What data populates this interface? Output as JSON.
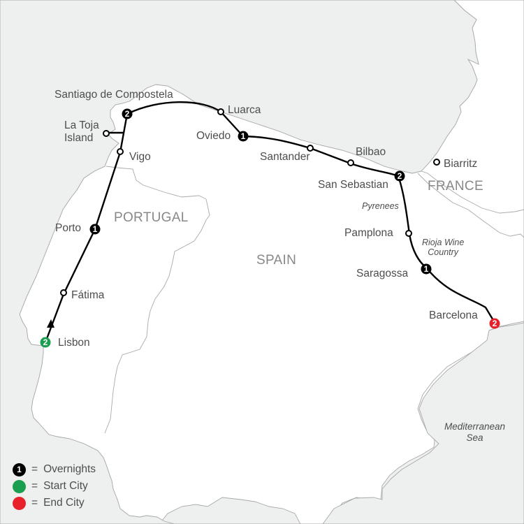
{
  "colors": {
    "sea": "#eeefef",
    "land": "#ffffff",
    "border": "#aaaaaa",
    "route": "#000000",
    "overnight": "#000000",
    "start": "#1a9e4f",
    "end": "#e8202a",
    "label": "#4d4d4d",
    "country_label": "#888888"
  },
  "countries": [
    {
      "name": "PORTUGAL"
    },
    {
      "name": "SPAIN"
    },
    {
      "name": "FRANCE"
    }
  ],
  "water_bodies": [
    {
      "name": "Mediterranean Sea",
      "line1": "Mediterranean",
      "line2": "Sea"
    }
  ],
  "regions": [
    {
      "name": "Pyrenees",
      "line1": "Pyrenees"
    },
    {
      "name": "Rioja Wine Country",
      "line1": "Rioja Wine",
      "line2": "Country"
    }
  ],
  "cities": [
    {
      "name": "Lisbon",
      "type": "start",
      "overnights": "2"
    },
    {
      "name": "Fátima",
      "type": "stop",
      "overnights": ""
    },
    {
      "name": "Porto",
      "type": "overnight",
      "overnights": "1"
    },
    {
      "name": "Vigo",
      "type": "stop",
      "overnights": ""
    },
    {
      "name": "La Toja",
      "line2": "Island",
      "type": "stop",
      "overnights": ""
    },
    {
      "name": "Santiago de Compostela",
      "type": "overnight",
      "overnights": "2"
    },
    {
      "name": "Luarca",
      "type": "stop",
      "overnights": ""
    },
    {
      "name": "Oviedo",
      "type": "overnight",
      "overnights": "1"
    },
    {
      "name": "Santander",
      "type": "stop",
      "overnights": ""
    },
    {
      "name": "Bilbao",
      "type": "stop",
      "overnights": ""
    },
    {
      "name": "San Sebastian",
      "type": "overnight",
      "overnights": "2"
    },
    {
      "name": "Pamplona",
      "type": "stop",
      "overnights": ""
    },
    {
      "name": "Saragossa",
      "type": "overnight",
      "overnights": "1"
    },
    {
      "name": "Barcelona",
      "type": "end",
      "overnights": "2"
    },
    {
      "name": "Biarritz",
      "type": "stop",
      "overnights": ""
    }
  ],
  "legend": {
    "items": [
      {
        "symbol": "1",
        "eq": "=",
        "label": "Overnights"
      },
      {
        "symbol": "",
        "eq": "=",
        "label": "Start City"
      },
      {
        "symbol": "",
        "eq": "=",
        "label": "End City"
      }
    ]
  }
}
